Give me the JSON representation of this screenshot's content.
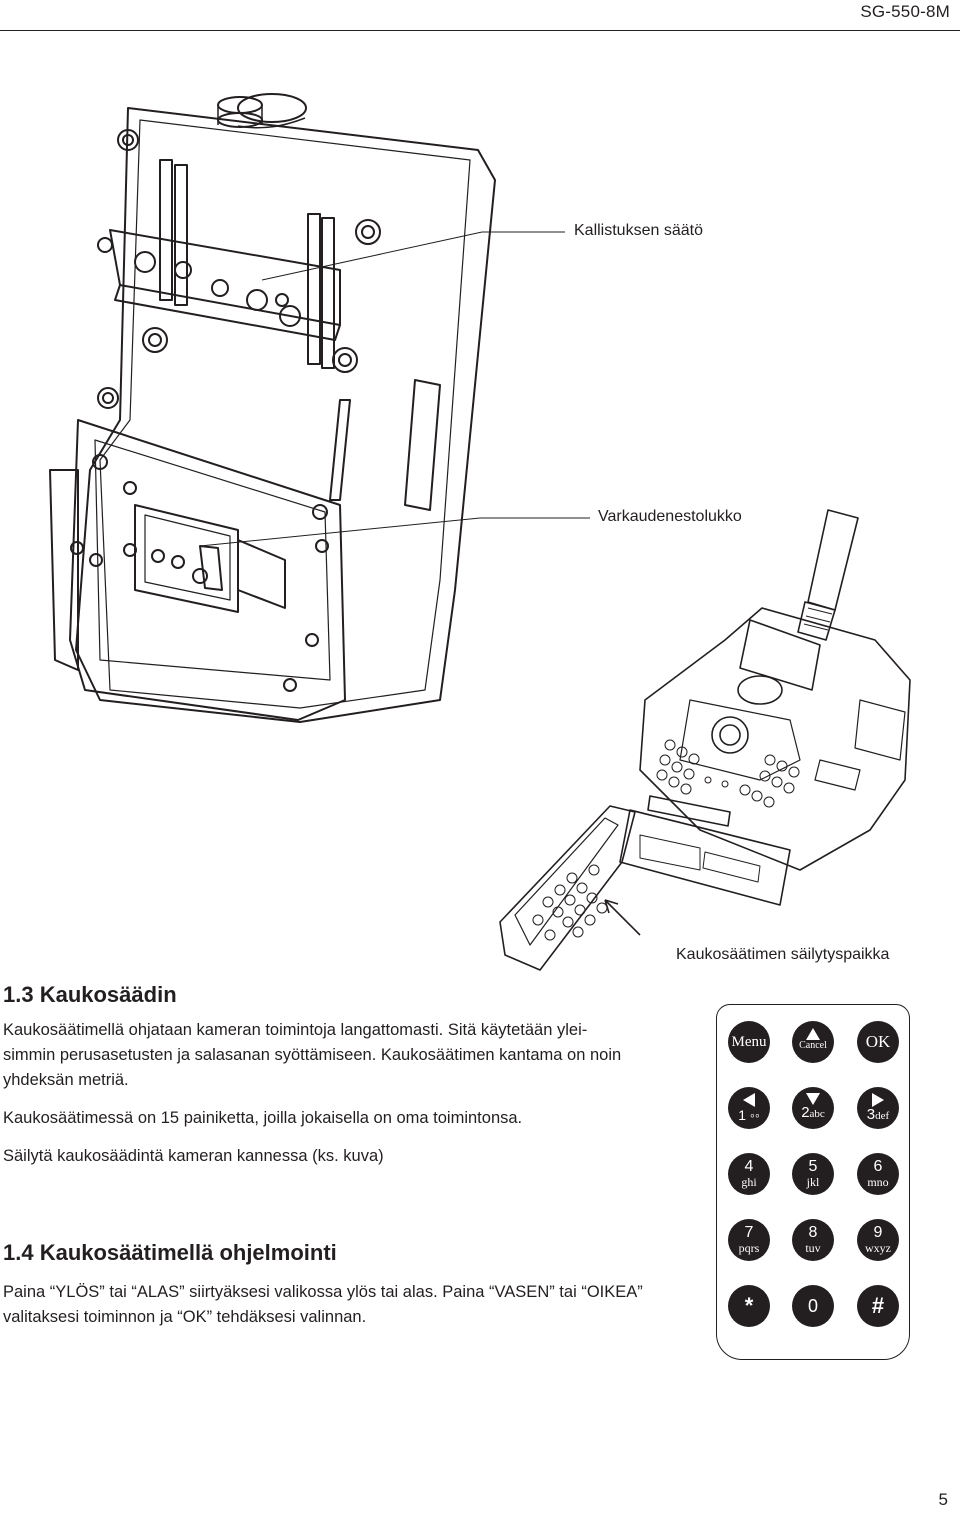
{
  "header": {
    "model": "SG-550-8M"
  },
  "callouts": {
    "tilt": "Kallistuksen säätö",
    "antitheft": "Varkaudenestolukko",
    "storage": "Kaukosäätimen säilytyspaikka"
  },
  "section13": {
    "title": "1.3 Kaukosäädin",
    "p1_l1": "Kaukosäätimellä ohjataan kameran toimintoja langattomasti. Sitä käytetään ylei-",
    "p1_l2": "simmin perusasetusten ja salasanan syöttämiseen. Kaukosäätimen kantama on noin",
    "p1_l3": "yhdeksän metriä.",
    "p2": "Kaukosäätimessä on 15 painiketta, joilla jokaisella on oma toimintonsa.",
    "p3": "Säilytä kaukosäädintä kameran kannessa (ks. kuva)"
  },
  "section14": {
    "title": "1.4 Kaukosäätimellä ohjelmointi",
    "p1_l1": "Paina “YLÖS” tai “ALAS” siirtyäksesi valikossa ylös tai alas. Paina “VASEN” tai “OIKEA”",
    "p1_l2": "valitaksesi toiminnon ja “OK” tehdäksesi valinnan."
  },
  "remote": {
    "menu": "Menu",
    "cancel": "Cancel",
    "ok": "OK",
    "k1_main": "1",
    "k1_sub": "",
    "k2_main": "2",
    "k2_sub": "abc",
    "k3_main": "3",
    "k3_sub": "def",
    "k4_main": "4",
    "k4_sub": "ghi",
    "k5_main": "5",
    "k5_sub": "jkl",
    "k6_main": "6",
    "k6_sub": "mno",
    "k7_main": "7",
    "k7_sub": "pqrs",
    "k8_main": "8",
    "k8_sub": "tuv",
    "k9_main": "9",
    "k9_sub": "wxyz",
    "star": "*",
    "zero": "0",
    "hash": "#"
  },
  "footer": {
    "page_number": "5"
  }
}
